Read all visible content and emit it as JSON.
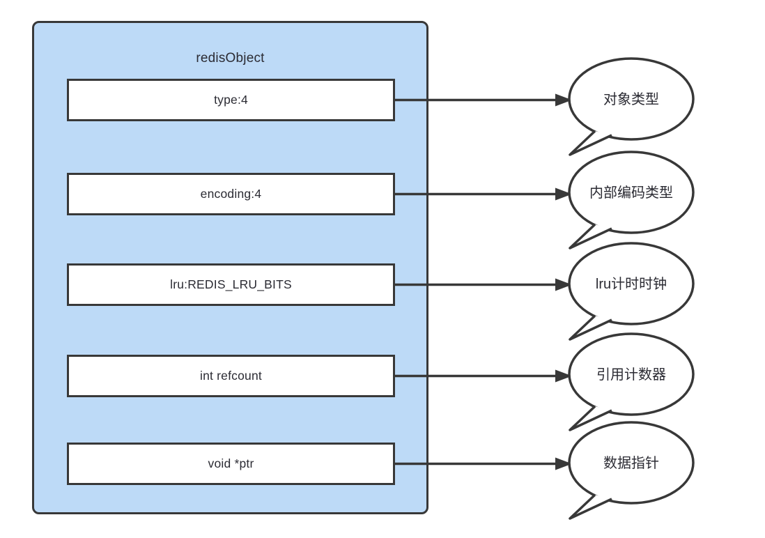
{
  "diagram": {
    "title": "redisObject",
    "fields": [
      {
        "label": "type:4",
        "annotation": "对象类型"
      },
      {
        "label": "encoding:4",
        "annotation": "内部编码类型"
      },
      {
        "label": "lru:REDIS_LRU_BITS",
        "annotation": "lru计时时钟"
      },
      {
        "label": "int refcount",
        "annotation": "引用计数器"
      },
      {
        "label": "void *ptr",
        "annotation": "数据指针"
      }
    ],
    "colors": {
      "container_fill": "#bddaf7",
      "stroke": "#383838",
      "box_fill": "#ffffff",
      "background": "#ffffff",
      "text": "#2b2b33"
    }
  }
}
